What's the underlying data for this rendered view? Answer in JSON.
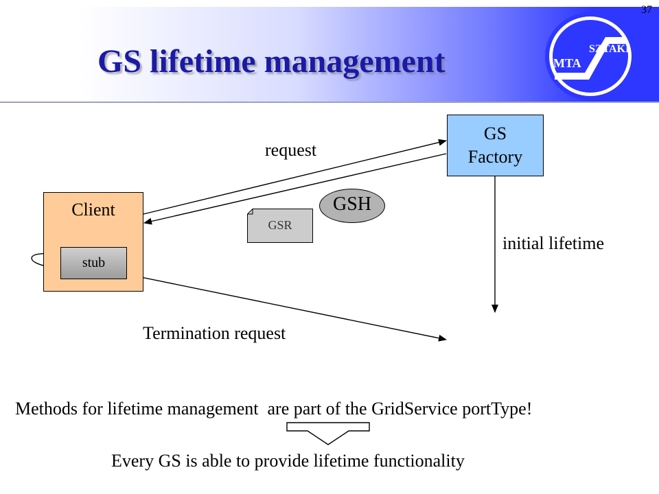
{
  "slide": {
    "title": "GS lifetime management",
    "page_number": "37"
  },
  "logo": {
    "left_text": "MTA",
    "right_text": "SZTAKI",
    "colors": {
      "ring": "#2d37ff",
      "fill": "#ffffff"
    }
  },
  "diagram": {
    "client": {
      "label": "Client",
      "stub_label": "stub",
      "fill": "#ffcc99"
    },
    "factory": {
      "line1": "GS",
      "line2": "Factory",
      "fill": "#99ccff"
    },
    "gsr_label": "GSR",
    "gsh_label": "GSH",
    "request_label": "request",
    "initial_lifetime_label": "initial lifetime",
    "termination_label": "Termination request"
  },
  "footer": {
    "methods_text": "Methods for lifetime management  are part of the GridService portType!",
    "conclusion_text": "Every GS is able to provide lifetime functionality"
  },
  "colors": {
    "title": "#1a1aa6",
    "header_blue": "#2d37ff"
  }
}
